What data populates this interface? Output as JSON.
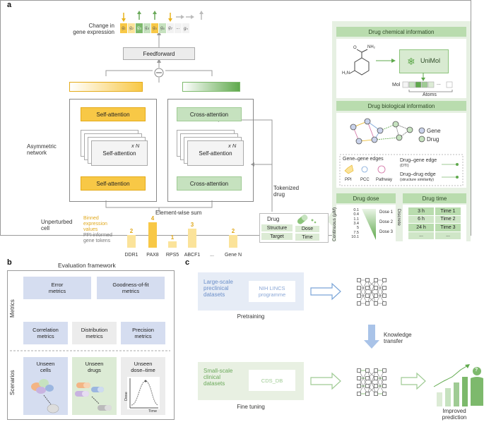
{
  "panel_labels": {
    "a": "a",
    "b": "b",
    "c": "c"
  },
  "a": {
    "change_title": "Change in\ngene expression",
    "genes": [
      "g₁",
      "g₂",
      "g₃",
      "g₄",
      "g₅",
      "g₆",
      "g₇",
      "...",
      "gₙ"
    ],
    "feedforward": "Feedforward",
    "self_attention": "Self-attention",
    "cross_attention": "Cross-attention",
    "xn": "x N",
    "asymmetric_network": "Asymmetric\nnetwork",
    "element_wise_sum": "Element-wise sum",
    "tokenized_drug": "Tokenized\ndrug",
    "unperturbed_cell": "Unperturbed\ncell",
    "binned": "Binned\nexpression\nvalues",
    "ppi_tokens": "PPI-informed\ngene tokens",
    "bars": [
      {
        "gene": "DDR1",
        "value": 2
      },
      {
        "gene": "PAX8",
        "value": 4
      },
      {
        "gene": "RPS5",
        "value": 1
      },
      {
        "gene": "ABCF1",
        "value": 3
      },
      {
        "gene": "...",
        "value": null
      },
      {
        "gene": "Gene N",
        "value": 2
      }
    ],
    "drug_card": {
      "title": "Drug",
      "structure": "Structure",
      "target": "Target",
      "dose": "Dose",
      "time": "Time"
    },
    "right": {
      "chem_header": "Drug chemical information",
      "nh2": "NH₂",
      "o": "O",
      "h2n": "H₂N",
      "unimol": "UniMol",
      "mol": "Mol",
      "atoms": "Atoms",
      "dots": "...",
      "bio_header": "Drug biological information",
      "legend_gene": "Gene",
      "legend_drug": "Drug",
      "gg_edges": "Gene–gene edges",
      "ppi": "PPI",
      "pcc": "PCC",
      "pathway": "Pathway",
      "dg_edge": "Drug–gene edge",
      "dti": "(DTI)",
      "dd_edge": "Drug–drug edge",
      "ss": "(structure similarity)",
      "dose_header": "Drug dose",
      "time_header": "Drug time",
      "continuous": "Continuous (μM)",
      "discrete": "Discrete",
      "dose_values": [
        "0.1",
        "0.4",
        "1.1",
        "3.4",
        "5",
        "7.5",
        "10.1"
      ],
      "dose_labels": [
        "Dose 1",
        "Dose 2",
        "Dose 3"
      ],
      "time_rows": [
        [
          "3 h",
          "Time 1"
        ],
        [
          "6 h",
          "Time 2"
        ],
        [
          "24 h",
          "Time 3"
        ],
        [
          "...",
          "..."
        ]
      ]
    }
  },
  "b": {
    "title": "Evaluation framework",
    "metrics_label": "Metrics",
    "scenarios_label": "Scenarios",
    "error": "Error\nmetrics",
    "gof": "Goodness-of-fit\nmetrics",
    "corr": "Correlation\nmetrics",
    "dist": "Distribution\nmetrics",
    "prec": "Precision\nmetrics",
    "cells": "Unseen\ncells",
    "drugs": "Unseen\ndrugs",
    "dose_time": "Unseen\ndose–time",
    "dose_axis": "Dose",
    "time_axis": "Time"
  },
  "c": {
    "large": "Large-scale\npreclinical\ndatasets",
    "lincs": "NIH LINCS\nprogramme",
    "pretraining": "Pretraining",
    "knowledge": "Knowledge\ntransfer",
    "small": "Small-scale\nclinical\ndatasets",
    "cds": "CDS_DB",
    "finetune": "Fine tuning",
    "improved": "Improved\nprediction",
    "question": "?"
  }
}
